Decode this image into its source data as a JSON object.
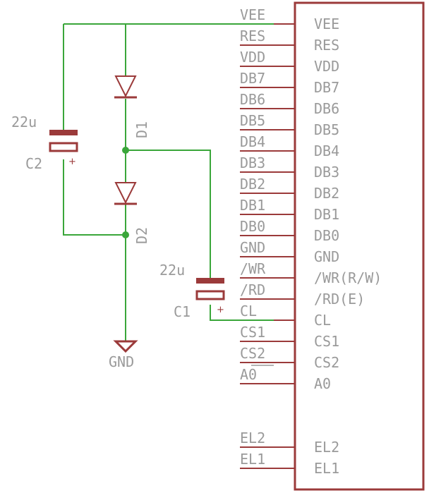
{
  "lcd": {
    "left_pins": [
      "VEE",
      "RES",
      "VDD",
      "DB7",
      "DB6",
      "DB5",
      "DB4",
      "DB3",
      "DB2",
      "DB1",
      "DB0",
      "GND",
      "/WR",
      "/RD",
      "CL",
      "CS1",
      "CS2",
      "A0",
      "EL2",
      "EL1"
    ],
    "right_pins": [
      "VEE",
      "RES",
      "VDD",
      "DB7",
      "DB6",
      "DB5",
      "DB4",
      "DB3",
      "DB2",
      "DB1",
      "DB0",
      "GND",
      "/WR(R/W)",
      "/RD(E)",
      "CL",
      "CS1",
      "CS2",
      "A0",
      "EL2",
      "EL1"
    ]
  },
  "c2": {
    "name": "C2",
    "value": "22u",
    "polarity": "+"
  },
  "c1": {
    "name": "C1",
    "value": "22u",
    "polarity": "+"
  },
  "d1": {
    "name": "D1"
  },
  "d2": {
    "name": "D2"
  },
  "gnd": {
    "label": "GND"
  },
  "colors": {
    "wire": "#3aa63a",
    "part": "#9b3a3a",
    "text": "#9a9a9a"
  }
}
